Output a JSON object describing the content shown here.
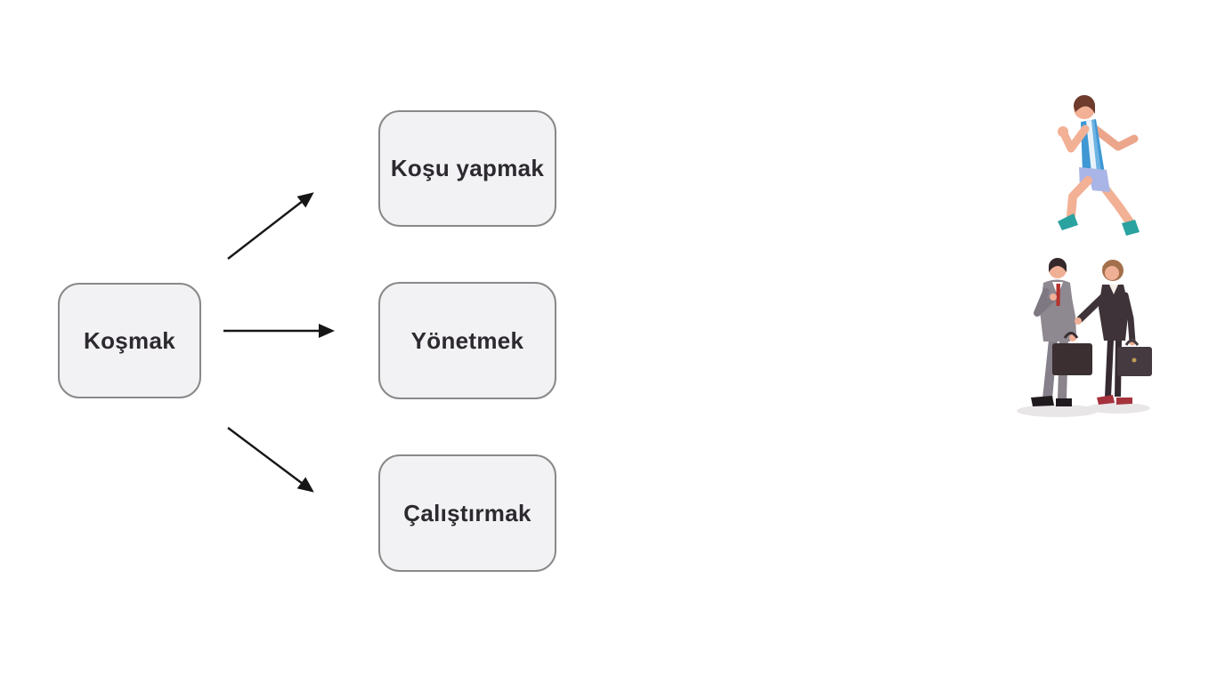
{
  "page": {
    "background": "#ffffff"
  },
  "diagram": {
    "source_node": {
      "label": "Koşmak"
    },
    "target_nodes": [
      {
        "label": "Koşu yapmak"
      },
      {
        "label": "Yönetmek"
      },
      {
        "label": "Çalıştırmak"
      }
    ],
    "connections": [
      {
        "from": "Koşmak",
        "to": "Koşu yapmak"
      },
      {
        "from": "Koşmak",
        "to": "Yönetmek"
      },
      {
        "from": "Koşmak",
        "to": "Çalıştırmak"
      }
    ],
    "style": {
      "node_fill": "#f2f1f4",
      "node_border": "#898989",
      "node_text_color": "#2d2a2f",
      "arrow_color": "#161616"
    }
  },
  "illustrations": [
    {
      "name": "runner-illustration",
      "description": "man jogging in blue tank top, periwinkle shorts and teal shoes",
      "colors": {
        "skin": "#f2b095",
        "tank": "#3f97d3",
        "stripe": "#e8f2fa",
        "shorts": "#a9b5e6",
        "shoes": "#2aa2a0",
        "hair": "#6e3b2d"
      }
    },
    {
      "name": "businesspeople-illustration",
      "description": "businessman in gray suit with red tie and businesswoman in dark suit holding briefcases",
      "colors": {
        "suit_gray": "#8e8890",
        "suit_dark": "#3e3338",
        "tie_red": "#b5312e",
        "briefcase": "#3b2f31",
        "heels_red": "#a5323c",
        "hair_woman": "#a3704c",
        "shadow": "#e9e6e7"
      }
    }
  ]
}
